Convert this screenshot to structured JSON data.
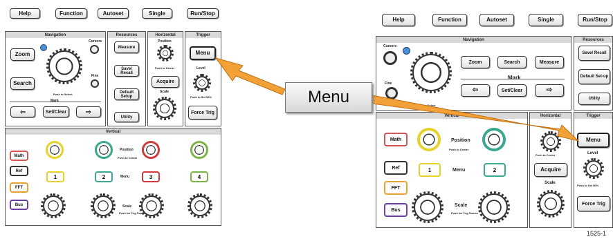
{
  "top_buttons": [
    "Help",
    "Function",
    "Autoset",
    "Single",
    "Run/Stop"
  ],
  "left_panel": {
    "navigation": {
      "title": "Navigation",
      "zoom": "Zoom",
      "search": "Search",
      "cursors": "Cursors",
      "fine": "Fine",
      "mark": "Mark",
      "set_clear": "Set/Clear",
      "push_label": "Push to Select"
    },
    "resources": {
      "title": "Resources",
      "measure": "Measure",
      "save_recall": "Save/ Recall",
      "default_setup": "Default Setup",
      "utility": "Utility"
    },
    "horizontal": {
      "title": "Horizontal",
      "position": "Position",
      "push_center": "Push to Center",
      "acquire": "Acquire",
      "scale": "Scale"
    },
    "trigger": {
      "title": "Trigger",
      "menu": "Menu",
      "level": "Level",
      "push_level": "Push to Set 50%",
      "force_trig": "Force Trig"
    },
    "vertical": {
      "title": "Vertical",
      "math": "Math",
      "ref": "Ref",
      "fft": "FFT",
      "bus": "Bus",
      "ch1": "1",
      "ch2": "2",
      "ch3": "3",
      "ch4": "4",
      "position": "Position",
      "push_center": "Push to Center",
      "menu": "Menu",
      "scale": "Scale",
      "push_trig": "Push for Trig Source"
    }
  },
  "right_panel": {
    "navigation": {
      "title": "Navigation",
      "cursors": "Cursors",
      "fine": "Fine",
      "zoom": "Zoom",
      "search": "Search",
      "measure": "Measure",
      "mark": "Mark",
      "set_clear": "Set/Clear",
      "push_label": "Push to Select"
    },
    "resources": {
      "title": "Resources",
      "save_recall": "Save/ Recall",
      "default_setup": "Default Set-up",
      "utility": "Utility"
    },
    "vertical": {
      "title": "Vertical",
      "math": "Math",
      "ref": "Ref",
      "fft": "FFT",
      "bus": "Bus",
      "position": "Position",
      "push_center": "Push to Center",
      "ch1": "1",
      "menu": "Menu",
      "ch2": "2",
      "scale": "Scale",
      "push_trig": "Push for Trig Source"
    },
    "horizontal": {
      "title": "Horizontal",
      "push_center": "Push to Center",
      "acquire": "Acquire",
      "scale": "Scale"
    },
    "trigger": {
      "title": "Trigger",
      "menu": "Menu",
      "level": "Level",
      "push_level": "Push to Set 50%",
      "force_trig": "Force Trig"
    }
  },
  "callout": {
    "label": "Menu"
  },
  "figure_id": "1525-1",
  "colors": {
    "arrow": "#f2a038",
    "math": "#d65353",
    "ref": "#333333",
    "fft": "#e8a030",
    "bus": "#6a3fa0",
    "ch1": "#e6d22b",
    "ch2": "#3aa88c",
    "ch3": "#d03a3a",
    "ch4": "#7cb342",
    "blue_led": "#4a90d9"
  }
}
